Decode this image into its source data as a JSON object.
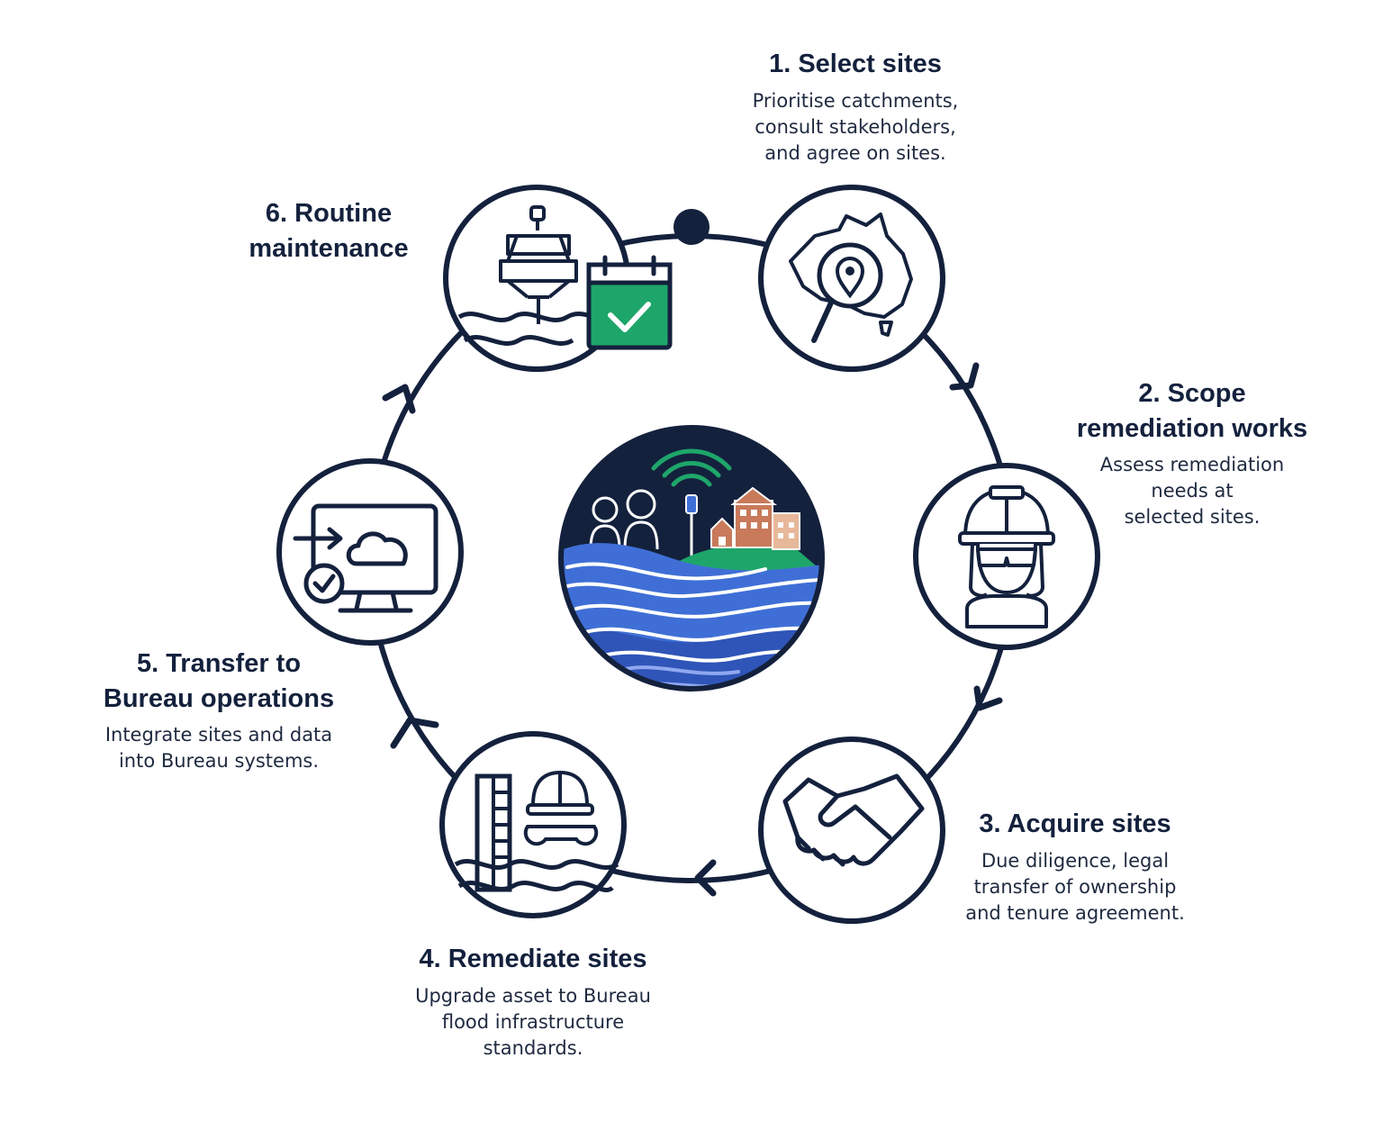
{
  "colors": {
    "navy": "#14213d",
    "green_accent": "#1ea66a",
    "water_blue": "#3f6fd6",
    "water_light": "#8fa8f0",
    "brick": "#c87a5a",
    "brick_light": "#e7b89a"
  },
  "steps": [
    {
      "number": "1.",
      "title": "Select sites",
      "desc_lines": [
        "Prioritise catchments,",
        "consult stakeholders,",
        "and agree on sites."
      ],
      "icon": "australia-map-magnifier-icon"
    },
    {
      "number": "2.",
      "title_lines": [
        "Scope",
        "remediation works"
      ],
      "desc_lines": [
        "Assess remediation",
        "needs at",
        "selected sites."
      ],
      "icon": "worker-hardhat-icon"
    },
    {
      "number": "3.",
      "title": "Acquire sites",
      "desc_lines": [
        "Due diligence, legal",
        "transfer of ownership",
        "and tenure agreement."
      ],
      "icon": "handshake-icon"
    },
    {
      "number": "4.",
      "title": "Remediate sites",
      "desc_lines": [
        "Upgrade asset to Bureau",
        "flood infrastructure",
        "standards."
      ],
      "icon": "gauge-hardhat-wrench-icon"
    },
    {
      "number": "5.",
      "title_lines": [
        "Transfer to",
        "Bureau operations"
      ],
      "desc_lines": [
        "Integrate sites and data",
        "into Bureau systems."
      ],
      "icon": "monitor-cloud-icon"
    },
    {
      "number": "6.",
      "title_lines": [
        "Routine",
        "maintenance"
      ],
      "icon": "gauge-station-calendar-icon"
    }
  ],
  "center": {
    "icon": "flood-community-icon"
  }
}
